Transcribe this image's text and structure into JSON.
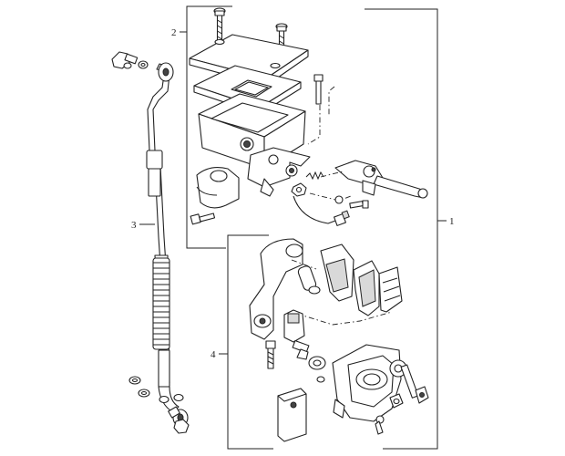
{
  "labels": {
    "ref_1": "1",
    "ref_2": "2",
    "ref_3": "3",
    "ref_4": "4"
  },
  "colors": {
    "line": "#222222",
    "shade": "#d9d9d9",
    "background": "#ffffff"
  }
}
